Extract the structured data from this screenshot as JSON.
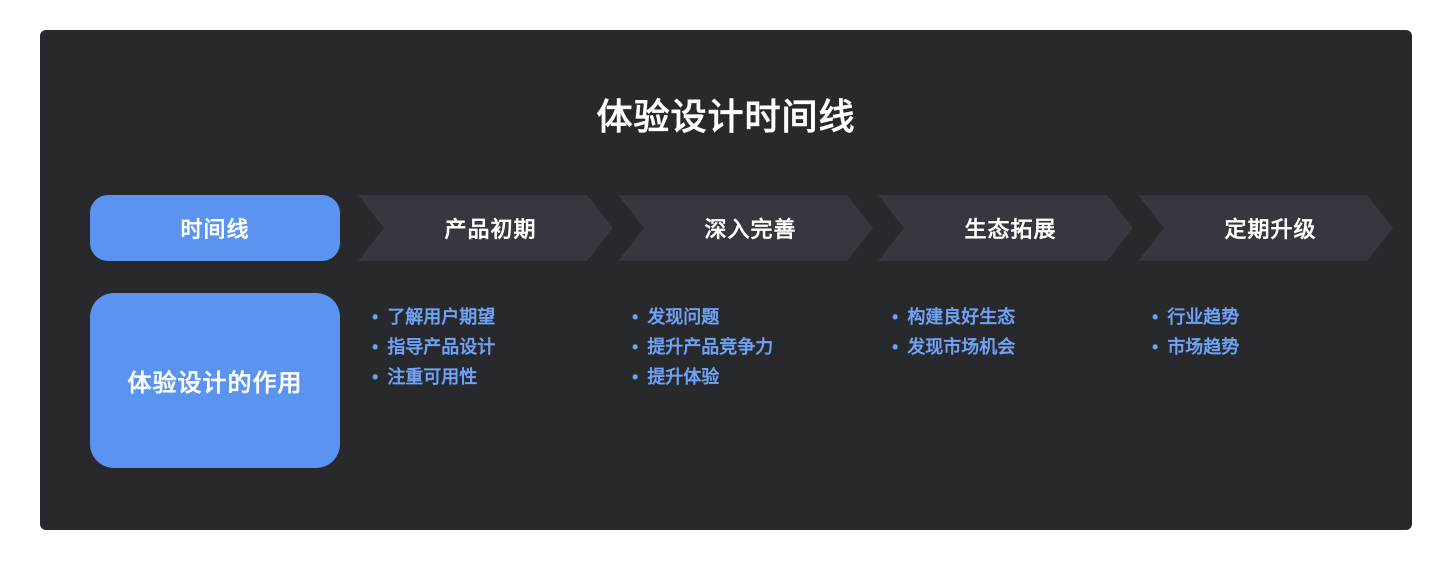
{
  "title": "体验设计时间线",
  "timeline": {
    "start_label": "时间线",
    "role_label": "体验设计的作用",
    "stages": [
      {
        "label": "产品初期",
        "items": [
          "了解用户期望",
          "指导产品设计",
          "注重可用性"
        ]
      },
      {
        "label": "深入完善",
        "items": [
          "发现问题",
          "提升产品竞争力",
          "提升体验"
        ]
      },
      {
        "label": "生态拓展",
        "items": [
          "构建良好生态",
          "发现市场机会"
        ]
      },
      {
        "label": "定期升级",
        "items": [
          "行业趋势",
          "市场趋势"
        ]
      }
    ]
  },
  "colors": {
    "accent_blue": "#5b94f0",
    "accent_text_blue": "#6fa2f5",
    "panel_bg": "#27292d",
    "arrow_bg": "#35383e"
  }
}
